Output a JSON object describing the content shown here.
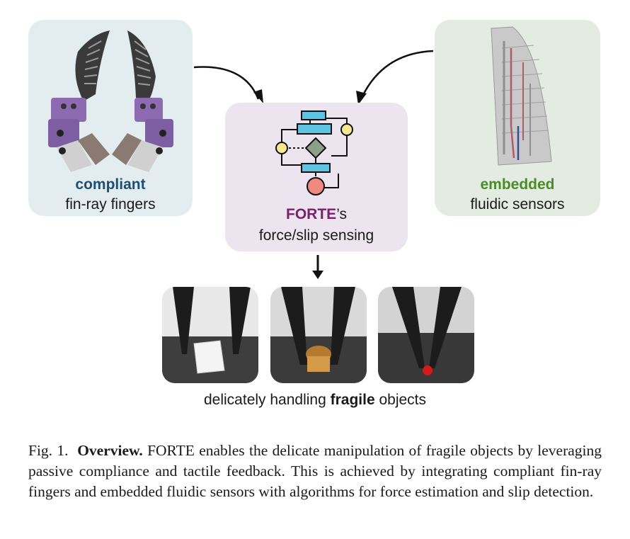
{
  "left": {
    "highlight": "compliant",
    "rest": "fin-ray fingers"
  },
  "right": {
    "highlight": "embedded",
    "rest": "fluidic sensors"
  },
  "center": {
    "highlight": "FORTE",
    "suffix": "’s",
    "rest": "force/slip sensing"
  },
  "bottom": {
    "pre": "delicately handling ",
    "highlight": "fragile",
    "post": " objects"
  },
  "figure": {
    "label": "Fig. 1.",
    "heading": "Overview.",
    "text": "FORTE enables the delicate manipulation of fragile objects by leveraging passive compliance and tactile feedback. This is achieved by integrating compliant fin-ray fingers and embedded fluidic sensors with algorithms for force estimation and slip detection."
  },
  "colors": {
    "blue": "#1d4f73",
    "green": "#4b8b2b",
    "purple": "#7a1f6e",
    "flow_cyan": "#5fc3e4",
    "flow_yellow": "#f6ea8e",
    "flow_red": "#f08a80"
  }
}
